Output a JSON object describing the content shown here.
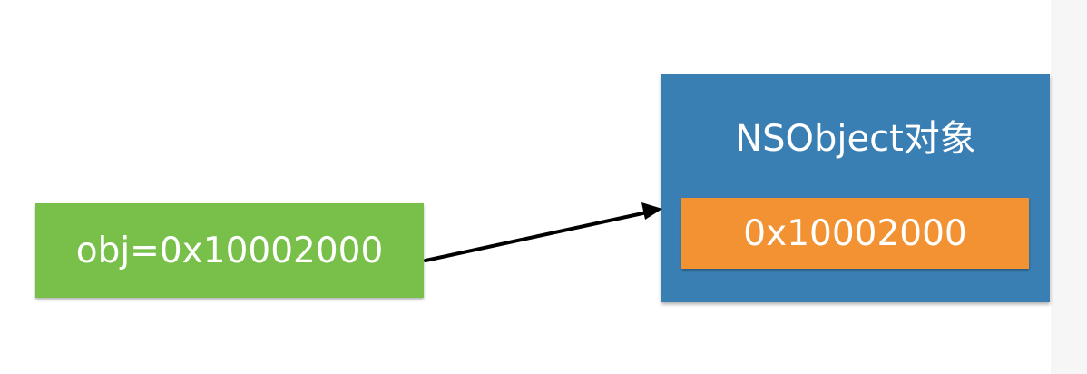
{
  "pointer": {
    "label": "obj=0x10002000",
    "color": "#78c04a"
  },
  "object": {
    "title": "NSObject对象",
    "color": "#3a7fb4",
    "address": {
      "label": "0x10002000",
      "color": "#f29232"
    }
  },
  "arrow": {
    "from": "pointer",
    "to": "object",
    "color": "#000000"
  }
}
